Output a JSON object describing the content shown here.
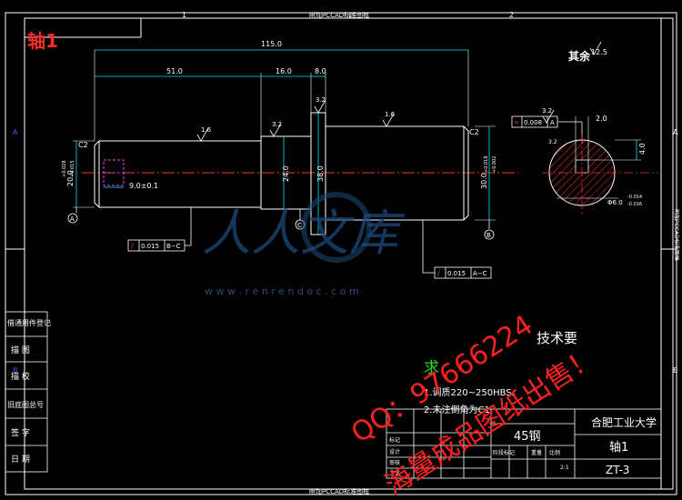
{
  "drawing": {
    "title_text": "轴1",
    "other_surfaces_label": "其余",
    "other_surfaces_roughness": "12.5",
    "frame_top_strip": "附加PCCAD标准图框",
    "frame_bottom_strip": "附加PCCAD标准图框",
    "frame_right_strip": "附加PCCAD标准图框",
    "zone_top": [
      "1",
      "2"
    ],
    "zone_left": [
      "A",
      "B"
    ],
    "zone_right": [
      "A",
      "B"
    ]
  },
  "dimensions": {
    "overall_length": "115.0",
    "seg1": "51.0",
    "seg2": "16.0",
    "seg3": "8.0",
    "chamfer_left": "C2",
    "chamfer_right": "C2",
    "dia_left": "20.0",
    "dia_left_tol_up": "+0.028",
    "dia_left_tol_low": "+0.015",
    "dia_mid": "24.0",
    "dia_collar": "38.0",
    "dia_right": "30.0",
    "dia_right_tol_up": "+0.018",
    "dia_right_tol_low": "+0.002",
    "keyway_len": "9.0±0.1",
    "section_width": "2.0",
    "section_depth": "4.0",
    "section_dia": "Φ6.0",
    "section_dia_tol_up": "-0.014",
    "section_dia_tol_low": "-0.016"
  },
  "roughness": {
    "r1": "1.6",
    "r2": "3.2",
    "r3": "3.2",
    "r4": "1.6",
    "r5": "3.2",
    "r6": "3.2"
  },
  "tolerances": {
    "tol1_value": "0.015",
    "tol1_datum": "B−C",
    "tol2_value": "0.015",
    "tol2_datum": "A−C",
    "tol3_value": "0.008",
    "tol3_datum": "A"
  },
  "datums": {
    "a": "A",
    "b": "B",
    "c": "C"
  },
  "tech_req": {
    "title_a": "技术要",
    "title_b": "求",
    "line1": "1.调质220~250HBS。",
    "line2": "2.未注倒角为C1"
  },
  "left_table": [
    "借通用件登记",
    "描 图",
    "描 校",
    "旧底图总号",
    "签 字",
    "日 期"
  ],
  "title_block": {
    "school": "合肥工业大学",
    "part": "轴1",
    "material": "45钢",
    "drawing_no": "ZT-3",
    "scale": "2:1",
    "row_labels": [
      "标记",
      "设计",
      "审核",
      "工艺"
    ],
    "row_labels_2": [
      "阶段标记",
      "重量",
      "比例"
    ]
  },
  "watermarks": {
    "site_cn": "人人文库",
    "site_url": "w w w . r e n r e n d o c . c o m",
    "qq": "QQ：97666224",
    "sale": "海量成品图纸出售！"
  }
}
